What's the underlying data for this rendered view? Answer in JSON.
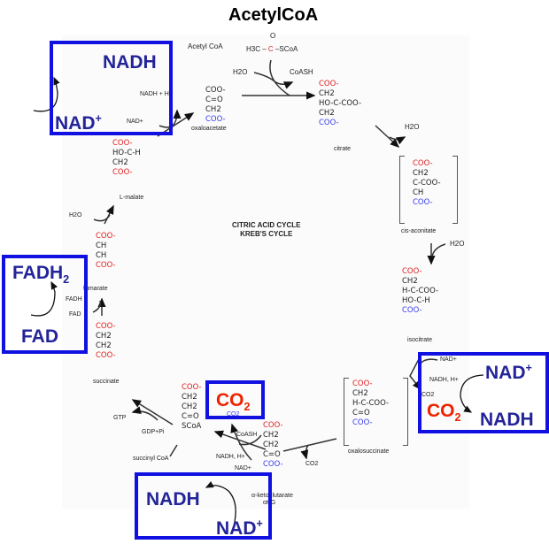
{
  "title": "AcetylCoA",
  "center_label": {
    "line1": "CITRIC ACID CYCLE",
    "line2": "KREB'S CYCLE"
  },
  "colors": {
    "box_border": "#1010e0",
    "box_text": "#242499",
    "co2_text": "#ee2200",
    "carbon_red": "#e02020",
    "carbon_blue": "#3a3aee"
  },
  "acetyl_coa": {
    "label": "Acetyl CoA",
    "formula_left": "H3C",
    "formula_c": "C",
    "formula_right": "SCoA",
    "o": "O"
  },
  "step1": {
    "h2o": "H2O",
    "coash": "CoASH"
  },
  "molecules": {
    "oxaloacetate": {
      "name": "oxaloacetate",
      "lines": [
        "COO-",
        "C=O",
        "CH2",
        "COO-"
      ]
    },
    "citrate": {
      "name": "citrate",
      "lines": [
        "COO-",
        "CH2",
        "HO-C-COO-",
        "CH2",
        "COO-"
      ]
    },
    "cis_aconitate": {
      "name": "cis-aconitate",
      "lines": [
        "COO-",
        "CH2",
        "C-COO-",
        "CH",
        "COO-"
      ]
    },
    "isocitrate": {
      "name": "isocitrate",
      "lines": [
        "COO-",
        "CH2",
        "H-C-COO-",
        "HO-C-H",
        "COO-"
      ]
    },
    "oxalosuccinate": {
      "name": "oxalosuccinate",
      "lines": [
        "COO-",
        "CH2",
        "H-C-COO-",
        "C=O",
        "COO-"
      ]
    },
    "alpha_ketoglutarate": {
      "name": "α-ketoglutarate",
      "abbr": "αKG",
      "lines": [
        "COO-",
        "CH2",
        "CH2",
        "C=O",
        "COO-"
      ]
    },
    "succinyl_coa": {
      "name": "succinyl CoA",
      "lines": [
        "COO-",
        "CH2",
        "CH2",
        "C=O",
        "SCoA"
      ]
    },
    "succinate": {
      "name": "succinate",
      "lines": [
        "COO-",
        "CH2",
        "CH2",
        "COO-"
      ]
    },
    "fumarate": {
      "name": "fumarate",
      "lines": [
        "COO-",
        "CH",
        "CH",
        "COO-"
      ]
    },
    "l_malate": {
      "name": "L-malate",
      "lines": [
        "COO-",
        "HO-C-H",
        "CH2",
        "COO-"
      ]
    }
  },
  "small_labels": {
    "h2o_citrate": "H2O",
    "h2o_aconitate": "H2O",
    "nad_iso": "NAD+",
    "nadh_iso": "NADH, H+",
    "co2_iso": "CO2",
    "co2_oxalo": "CO2",
    "coash_akg": "CoASH",
    "nadh_akg": "NADH, H+",
    "nad_akg": "NAD+",
    "co2_akg": "CO2",
    "gtp": "GTP",
    "gdp": "GDP+Pi",
    "fadh": "FADH",
    "fad": "FAD",
    "h2o_fumarate": "H2O",
    "nadh_malate": "NADH + H+",
    "nad_malate": "NAD+"
  },
  "boxes": {
    "top_left": {
      "top": "NADH",
      "bottom": "NAD",
      "bottom_sup": "+"
    },
    "left": {
      "top": "FADH",
      "top_sub": "2",
      "bottom": "FAD"
    },
    "right": {
      "top": "NAD",
      "top_sup": "+",
      "co2": "CO",
      "co2_sub": "2",
      "bottom": "NADH"
    },
    "bottom_co2": {
      "co2": "CO",
      "co2_sub": "2"
    },
    "bottom": {
      "top": "NADH",
      "bottom": "NAD",
      "bottom_sup": "+"
    }
  }
}
